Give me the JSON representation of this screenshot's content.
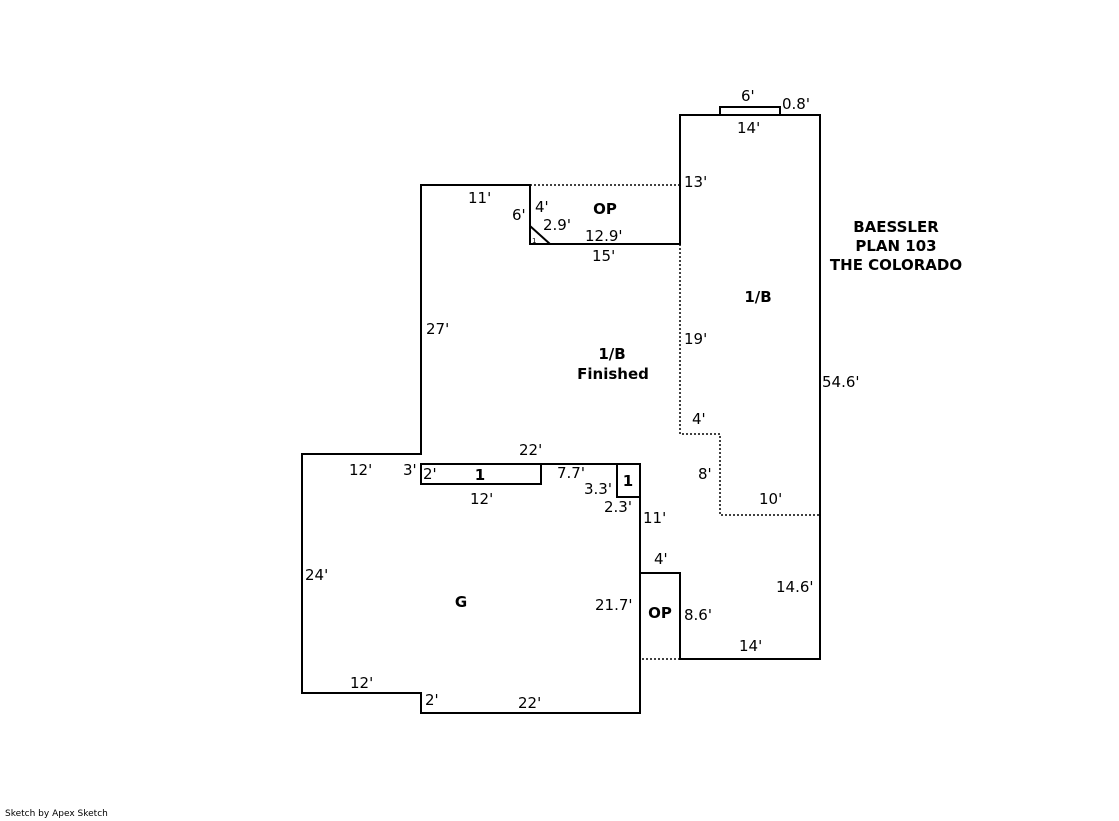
{
  "title": {
    "line1": "BAESSLER",
    "line2": "PLAN 103",
    "line3": "THE COLORADO"
  },
  "areas": {
    "main": "1/B",
    "main_sub": "Finished",
    "upper_right": "1/B",
    "op_top": "OP",
    "op_bottom": "OP",
    "garage": "G",
    "box1": "1",
    "box2": "1",
    "triangle": "1"
  },
  "dims": {
    "d6_top": "6'",
    "d08": "0.8'",
    "d14_top": "14'",
    "d13": "13'",
    "d11": "11'",
    "d6_left": "6'",
    "d4": "4'",
    "d29": "2.9'",
    "d129": "12.9'",
    "d15": "15'",
    "d27": "27'",
    "d19": "19'",
    "d546": "54.6'",
    "d4_mid": "4'",
    "d8": "8'",
    "d10": "10'",
    "d22_top": "22'",
    "d12_g": "12'",
    "d3": "3'",
    "d2": "2'",
    "d77": "7.7'",
    "d33": "3.3'",
    "d23": "2.3'",
    "d12_box": "12'",
    "d11_r": "11'",
    "d24": "24'",
    "d4_op": "4'",
    "d146": "14.6'",
    "d217": "21.7'",
    "d86": "8.6'",
    "d14_bot": "14'",
    "d12_bot": "12'",
    "d2_bot": "2'",
    "d22_bot": "22'"
  },
  "footer": {
    "credit": "Sketch by Apex Sketch"
  }
}
